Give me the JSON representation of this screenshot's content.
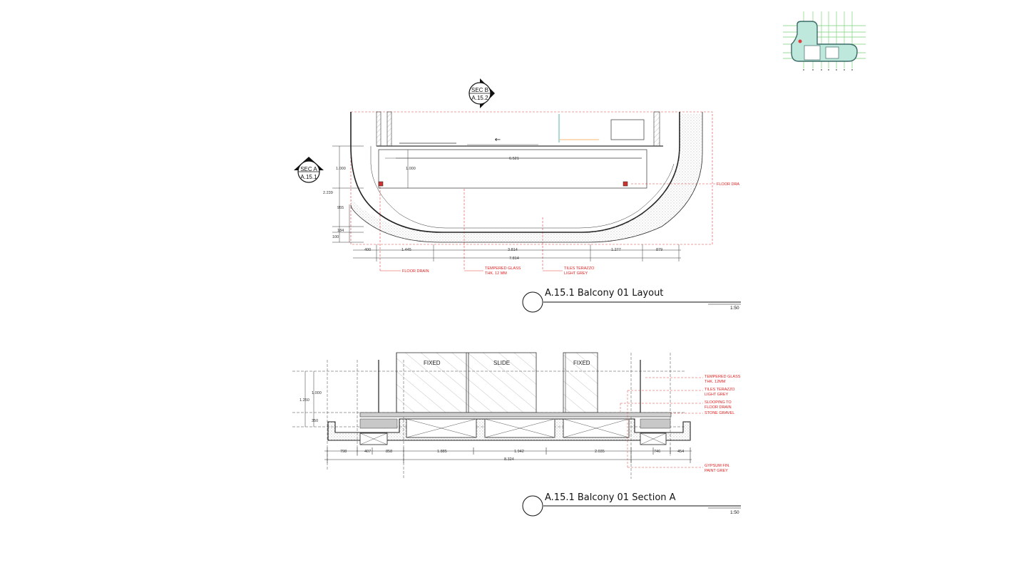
{
  "sheet": {
    "layout_title": "A.15.1 Balcony 01 Layout",
    "layout_scale": "1:50",
    "section_title": "A.15.1 Balcony 01 Section A",
    "section_scale": "1:50"
  },
  "markers": {
    "sec_b_label": "SEC B",
    "sec_b_ref": "A.15.2",
    "sec_a_label": "SEC A",
    "sec_a_ref": "A.15.1"
  },
  "plan": {
    "notes": {
      "floor_drain_right": "FLOOR DRA",
      "floor_drain": "FLOOR DRAIN",
      "glass_1": "TEMPERED GLASS",
      "glass_2": "THK. 12 MM",
      "tiles_1": "TILES TERAZZO",
      "tiles_2": "LIGHT GREY"
    },
    "dims_top": {
      "d6521": "6.521",
      "d1000": "1.000"
    },
    "dims_left": [
      "1.000",
      "2.239",
      "955",
      "184",
      "100"
    ],
    "dims_bottom": [
      "400",
      "1.445",
      "3.814",
      "1.277",
      "879"
    ],
    "dims_total": "7.814"
  },
  "section": {
    "windows": [
      "FIXED",
      "SLIDE",
      "FIXED"
    ],
    "notes": {
      "glass_1": "TEMPERED GLASS",
      "glass_2": "THK. 12MM",
      "tiles_1": "TILES TERAZZO",
      "tiles_2": "LIGHT GREY",
      "slope_1": "SLOOPING TO",
      "slope_2": "FLOOR DRAIN",
      "gravel": "STONE GRAVEL",
      "gypsum_1": "GYPSUM FIN.",
      "gypsum_2": "PAINT GREY"
    },
    "dims_left": [
      "1.000",
      "1.250",
      "350"
    ],
    "dims_bottom": [
      "798",
      "407",
      "858",
      "1.885",
      "1.942",
      "2.035",
      "746",
      "454"
    ],
    "dims_total": "8.324"
  }
}
